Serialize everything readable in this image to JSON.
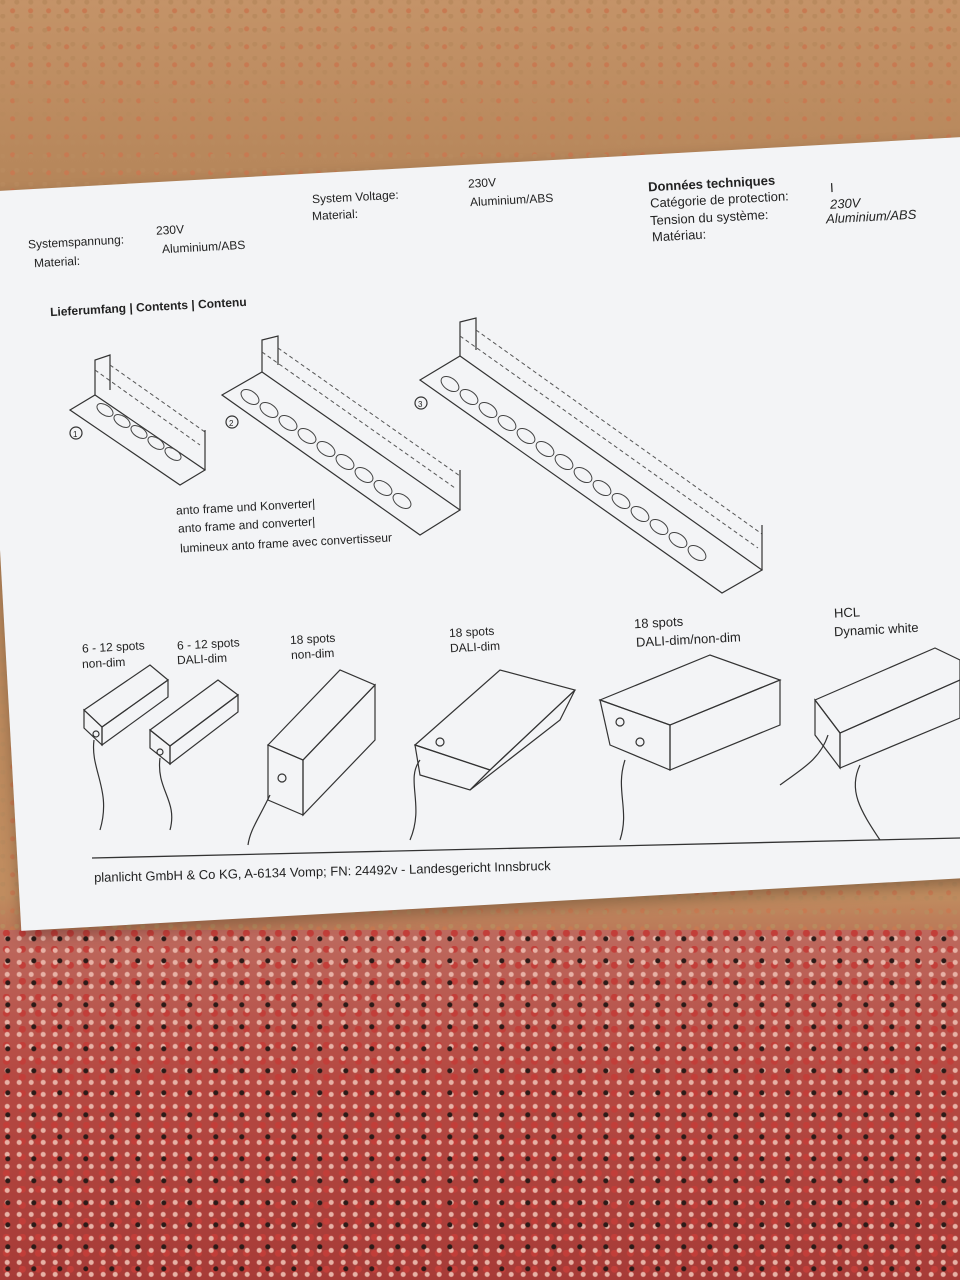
{
  "specs_left": {
    "row1_label": "Systemspannung:",
    "row1_value": "230V",
    "row2_label": "Material:",
    "row2_value": "Aluminium/ABS"
  },
  "specs_mid": {
    "row1_label": "System Voltage:",
    "row1_value": "230V",
    "row2_label": "Material:",
    "row2_value": "Aluminium/ABS"
  },
  "specs_fr": {
    "heading": "Données techniques",
    "row1_label": "Catégorie de protection:",
    "row1_value": "I",
    "row2_label": "Tension du système:",
    "row2_value": "230V",
    "row3_label": "Matériau:",
    "row3_value": "Aluminium/ABS"
  },
  "contents_heading": "Lieferumfang | Contents | Contenu",
  "luminaires": [
    {
      "number": "1"
    },
    {
      "number": "2"
    },
    {
      "number": "3"
    }
  ],
  "caption": {
    "line1": "anto frame und Konverter|",
    "line2": "anto frame and converter|",
    "line3": "lumineux anto frame avec convertisseur"
  },
  "converters": [
    {
      "line1": "6 - 12 spots",
      "line2": "non-dim"
    },
    {
      "line1": "6 - 12 spots",
      "line2": "DALI-dim"
    },
    {
      "line1": "18 spots",
      "line2": "non-dim"
    },
    {
      "line1": "18 spots",
      "line2": "DALI-dim"
    },
    {
      "line1": "18 spots",
      "line2": "DALI-dim/non-dim"
    },
    {
      "line1": "HCL",
      "line2": "Dynamic white"
    }
  ],
  "footer": "planlicht GmbH & Co KG, A-6134 Vomp; FN: 24492v - Landesgericht Innsbruck"
}
